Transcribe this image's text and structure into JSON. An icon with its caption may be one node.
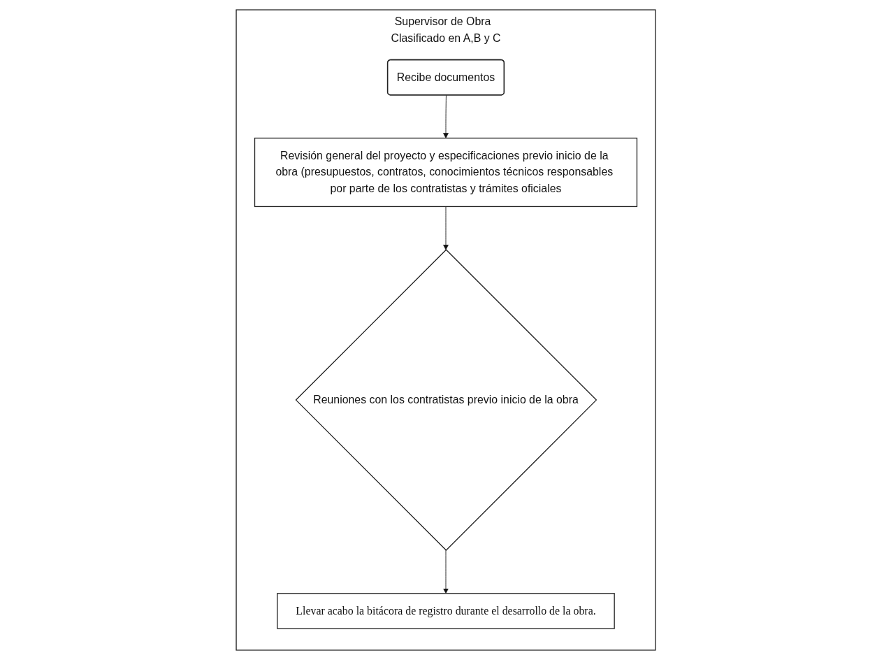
{
  "diagram": {
    "nodes": [
      {
        "text": [
          "Supervisor de Obra  Clasificado en A,B y C"
        ]
      },
      {
        "text": [
          "Recibe documentos"
        ],
        "in": 0
      },
      {
        "text": [
          "Revisión general del proyecto y especificaciones previo inicio de la obra (presupuestos, contratos, conocimientos técnicos responsables por parte de los contratistas y trámites oficiales"
        ],
        "in": 0
      },
      {
        "text": [
          "Reuniones con los contratistas previo inicio de la obra"
        ],
        "in": 0
      },
      {
        "text": [
          "Llevar acabo la bitácora de registro durante el desarrollo de la obra."
        ],
        "in": 0
      }
    ],
    "edges": [
      {
        "from": 1,
        "to": 2,
        "arrow": "to"
      },
      {
        "from": 2,
        "to": 3,
        "arrow": "to"
      },
      {
        "from": 3,
        "to": 4,
        "arrow": "to"
      }
    ]
  }
}
